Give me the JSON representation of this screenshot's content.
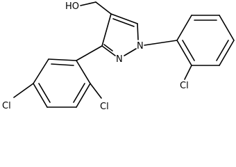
{
  "molecule": {
    "labels": {
      "hydroxyl": "HO",
      "nitrogen_1": "N",
      "nitrogen_2": "N",
      "chlorine_phenyl": "Cl",
      "chlorine_dichlorophenyl_ortho": "Cl",
      "chlorine_dichlorophenyl_para": "Cl"
    }
  }
}
